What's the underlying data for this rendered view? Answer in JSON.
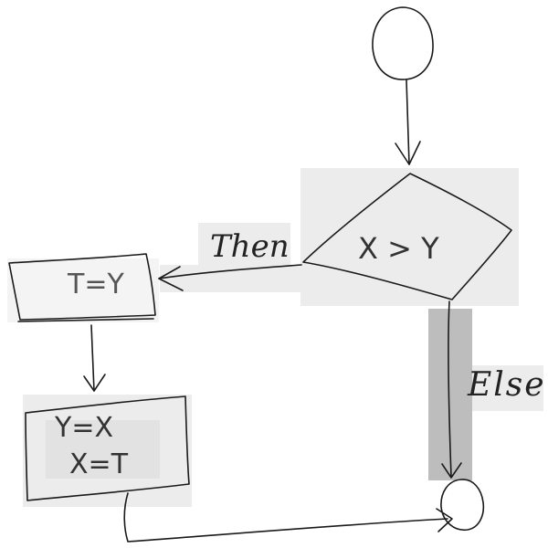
{
  "diagram": {
    "labels": {
      "then": "Then",
      "else": "Else"
    },
    "nodes": {
      "start": "",
      "condition": "X > Y",
      "assign_t": "T=Y",
      "swap_line1": "Y=X",
      "swap_line2": "X=T",
      "end": ""
    }
  }
}
